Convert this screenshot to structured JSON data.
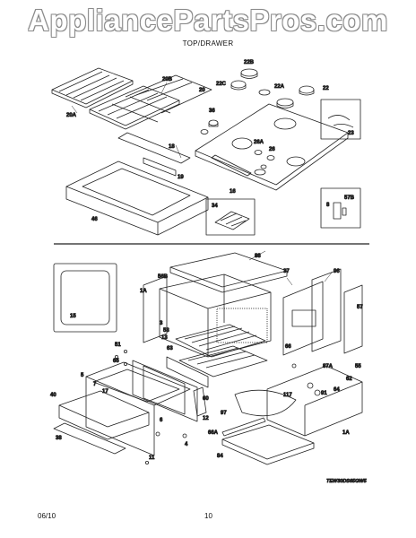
{
  "header": {
    "watermark": "AppliancePartsPros.com",
    "section_title": "TOP/DRAWER"
  },
  "top_labels": [
    "20B",
    "20",
    "20A",
    "22B",
    "22C",
    "22A",
    "22",
    "36",
    "26A",
    "23",
    "26",
    "19",
    "18",
    "16",
    "46",
    "34",
    "57B",
    "8"
  ],
  "bottom_labels": [
    "88",
    "37",
    "56B",
    "1A",
    "96",
    "15",
    "57",
    "3",
    "13",
    "66",
    "53",
    "63",
    "87A",
    "51",
    "65",
    "55",
    "62",
    "5",
    "7",
    "17",
    "117",
    "91",
    "64",
    "40",
    "60",
    "12",
    "97",
    "6",
    "66A",
    "38",
    "4",
    "11",
    "84",
    "1A"
  ],
  "diagram_code": "TEW30DS65GW5",
  "footer": {
    "date": "06/10",
    "page": "10"
  }
}
